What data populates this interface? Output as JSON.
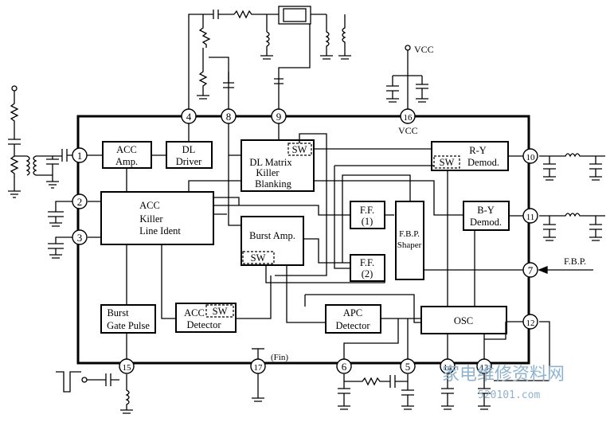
{
  "blocks": {
    "acc_amp": [
      "ACC",
      "Amp."
    ],
    "dl_driver": [
      "DL",
      "Driver"
    ],
    "dl_matrix": [
      "DL Matrix",
      "Killer",
      "Blanking"
    ],
    "sw": "SW",
    "ry_demod": [
      "R-Y",
      "Demod."
    ],
    "by_demod": [
      "B-Y",
      "Demod."
    ],
    "acc_killer": [
      "ACC",
      "Killer",
      "Line Ident"
    ],
    "burst_amp": "Burst Amp.",
    "ff1": [
      "F.F.",
      "(1)"
    ],
    "ff2": [
      "F.F.",
      "(2)"
    ],
    "fbp_shaper": [
      "F.B.P.",
      "Shaper"
    ],
    "burst_gate": [
      "Burst",
      "Gate Pulse"
    ],
    "acc_detector": [
      "ACC",
      "Detector"
    ],
    "apc_detector": [
      "APC",
      "Detector"
    ],
    "osc": "OSC"
  },
  "pins": [
    "1",
    "2",
    "3",
    "4",
    "8",
    "9",
    "16",
    "10",
    "11",
    "7",
    "12",
    "15",
    "17",
    "6",
    "5",
    "14",
    "13"
  ],
  "labels": {
    "vcc_top": "VCC",
    "vcc_pin": "VCC",
    "fin": "(Fin)",
    "fbp": "F.B.P."
  },
  "watermark": {
    "main": "家电维修资料网",
    "url": "520101.com"
  }
}
